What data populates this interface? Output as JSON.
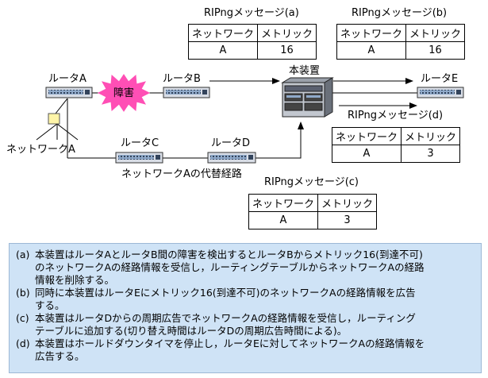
{
  "header_titles": {
    "a": "RIPngメッセージ(a)",
    "b": "RIPngメッセージ(b)",
    "c": "RIPngメッセージ(c)",
    "d": "RIPngメッセージ(d)"
  },
  "tables": {
    "a": {
      "col1": "ネットワーク",
      "col2": "メトリック",
      "net": "A",
      "metric": "16"
    },
    "b": {
      "col1": "ネットワーク",
      "col2": "メトリック",
      "net": "A",
      "metric": "16"
    },
    "c": {
      "col1": "ネットワーク",
      "col2": "メトリック",
      "net": "A",
      "metric": "3"
    },
    "d": {
      "col1": "ネットワーク",
      "col2": "メトリック",
      "net": "A",
      "metric": "3"
    }
  },
  "labels": {
    "router_a": "ルータA",
    "router_b": "ルータB",
    "router_c": "ルータC",
    "router_d": "ルータD",
    "router_e": "ルータE",
    "this_device": "本装置",
    "failure": "障害",
    "network_a": "ネットワークA",
    "alt_route": "ネットワークAの代替経路"
  },
  "notes": [
    {
      "key": "(a)",
      "text": "本装置はルータAとルータB間の障害を検出するとルータBからメトリック16(到達不可)\nのネットワークAの経路情報を受信し，ルーティングテーブルからネットワークAの経路\n情報を削除する。"
    },
    {
      "key": "(b)",
      "text": "同時に本装置はルータEにメトリック16(到達不可)のネットワークAの経路情報を広告\nする。"
    },
    {
      "key": "(c)",
      "text": "本装置はルータDからの周期広告でネットワークAの経路情報を受信し，ルーティング\nテーブルに追加する(切り替え時間はルータDの周期広告時間による)。"
    },
    {
      "key": "(d)",
      "text": "本装置はホールドダウンタイマを停止し，ルータEに対してネットワークAの経路情報を\n広告する。"
    }
  ],
  "colors": {
    "note_bg": "#cfe3f6",
    "failure_burst": "#ff4fb5",
    "network_node": "#fff5a8"
  }
}
